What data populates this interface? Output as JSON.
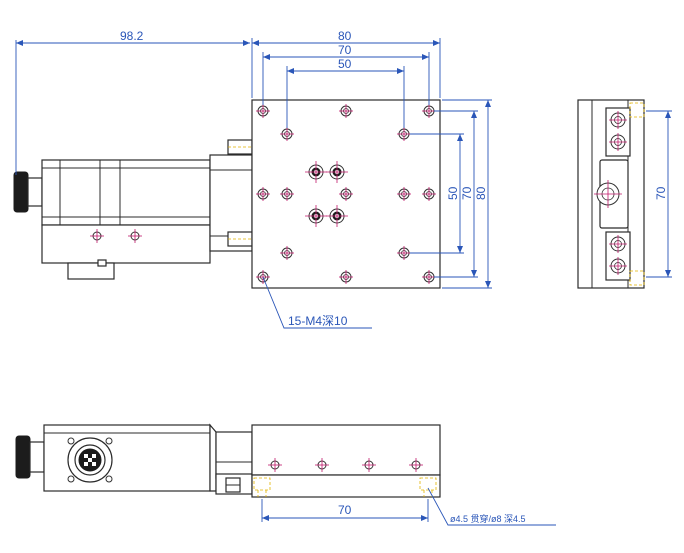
{
  "dimensions": {
    "overall_length": "98.2",
    "table_width": "80",
    "hole_spacing_outer": "70",
    "hole_spacing_inner": "50",
    "vertical_inner": "50",
    "vertical_mid": "70",
    "vertical_outer": "80",
    "side_height": "70",
    "bottom_spacing": "70"
  },
  "callouts": {
    "tapped_holes": "15-M4深10",
    "mount_holes": "ø4.5 贯穿/ø8 深4.5"
  },
  "colors": {
    "dimension": "#2a56b8",
    "centerline": "#c0186a",
    "hidden_line": "#e2b400",
    "outline": "#2b2b2b"
  }
}
